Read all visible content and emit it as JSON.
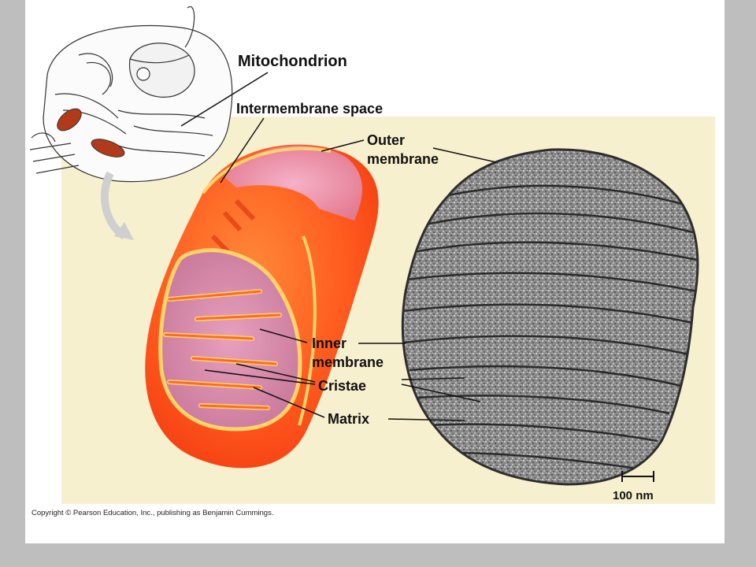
{
  "figure": {
    "title": "Mitochondrion",
    "labels": {
      "intermembrane_space": "Intermembrane space",
      "outer_membrane_line1": "Outer",
      "outer_membrane_line2": "membrane",
      "inner_membrane_line1": "Inner",
      "inner_membrane_line2": "membrane",
      "cristae": "Cristae",
      "matrix": "Matrix"
    },
    "scale_bar": "100 nm",
    "copyright": "Copyright © Pearson Education, Inc., publishing as Benjamin Cummings."
  },
  "colors": {
    "slide_background": "#bebebe",
    "page_background": "#ffffff",
    "panel_background": "#f7f0cf",
    "mitochondrion_orange": "#ff5a1e",
    "membrane_yellow": "#ffd36a",
    "matrix_pink": "#d88aa8",
    "micrograph_gray": "#7a7a7a"
  }
}
